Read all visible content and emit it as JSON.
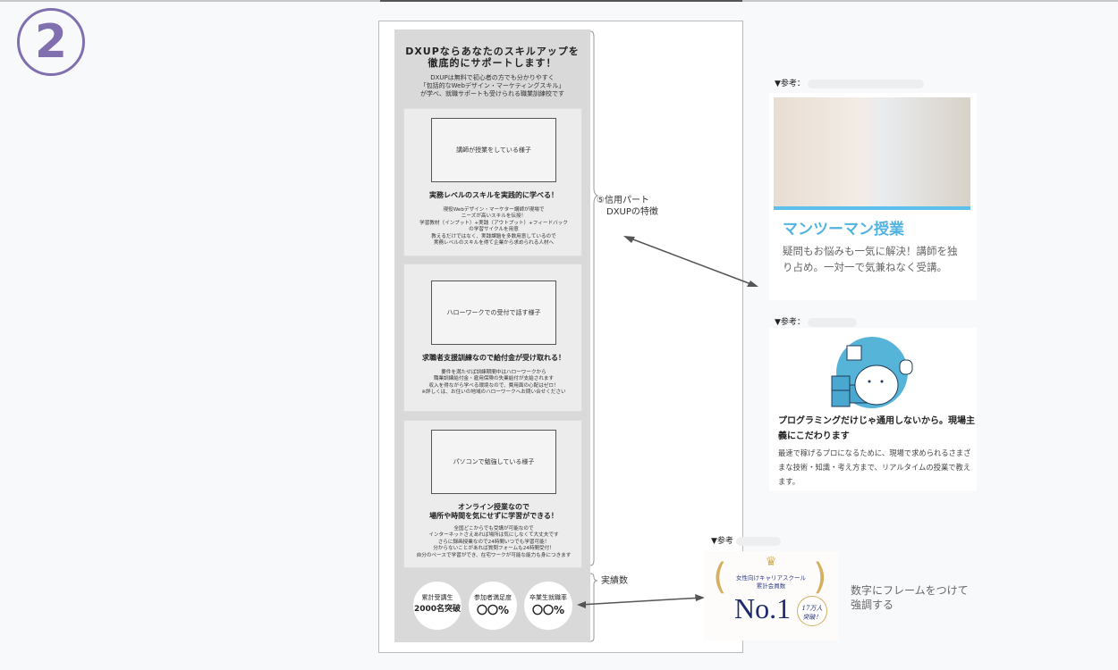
{
  "step_number": "2",
  "mockup": {
    "title_lines": [
      "DXUPならあなたのスキルアップを",
      "徹底的にサポートします！"
    ],
    "desc_lines": [
      "DXUPは無料で初心者の方でも分かりやすく",
      "「包括的なWebデザイン・マーケティングスキル」",
      "が学べ、就職サポートも受けられる職業訓練校です"
    ],
    "cards": [
      {
        "placeholder": "講師が授業をしている様子",
        "heading": [
          "実務レベルのスキルを実践的に学べる！"
        ],
        "body": [
          "現役Webデザイン・マーケター講師が現場で",
          "ニーズが高いスキルを伝授！",
          "学習教材（インプット）+実践（アウトプット）+フィードバック",
          "の学習サイクルを用意",
          "教えるだけではなく、実践課題を多数用意しているので",
          "実務レベルのスキルを得て企業から求められる人材へ"
        ]
      },
      {
        "placeholder": "ハローワークでの受付で話す様子",
        "heading": [
          "求職者支援訓練なので給付金が受け取れる！"
        ],
        "body": [
          "要件を満たせば訓練期間中はハローワークから",
          "職業訓練給付金・雇用保険の失業給付が支給されます",
          "収入を得ながら学べる環境なので、費用面の心配はゼロ！",
          "※詳しくは、お住いの地域のハローワークへお問い合せください"
        ]
      },
      {
        "placeholder": "パソコンで勉強している様子",
        "heading": [
          "オンライン授業なので",
          "場所や時間を気にせずに学習ができる！"
        ],
        "body": [
          "全国どこからでも受講が可能なので",
          "インターネットさえあれば場所は気にしなくて大丈夫です",
          "さらに録画授業なので24時間いつでも学習可能！",
          "分からないことがあれば質問フォームも24時間受付！",
          "自分のペースで学習ができ、在宅ワークが可能な能力も身につきます"
        ]
      }
    ],
    "stats": [
      {
        "label": "累計受講生",
        "value": "2000名突破"
      },
      {
        "label": "参加者満足度",
        "value": "〇〇%"
      },
      {
        "label": "卒業生就職率",
        "value": "〇〇%"
      }
    ]
  },
  "annotations": {
    "trust_part": [
      "⑤信用パート",
      "DXUPの特徴"
    ],
    "results": "実績数",
    "frame_note": [
      "数字にフレームをつけて",
      "強調する"
    ]
  },
  "references": [
    {
      "label": "▼参考：",
      "title": "マンツーマン授業",
      "desc": "疑問もお悩みも一気に解決！講師を独り占め。一対一で気兼ねなく受講。"
    },
    {
      "label": "▼参考：",
      "title": "プログラミングだけじゃ通用しないから。現場主義にこだわります",
      "desc": "最速で稼げるプロになるために、現場で求められるさまざまな技術・知識・考え方まで、リアルタイムの授業で教えます。"
    },
    {
      "label": "▼参考",
      "award_lines": [
        "女性向けキャリアスクール",
        "累計会員数"
      ],
      "award_rank": "No.1",
      "award_badge": [
        "17万人",
        "突破！"
      ]
    }
  ],
  "colors": {
    "accent_purple": "#8070b0",
    "accent_blue": "#52b3e2",
    "gold": "#d4b060",
    "navy": "#1e2a6e"
  }
}
